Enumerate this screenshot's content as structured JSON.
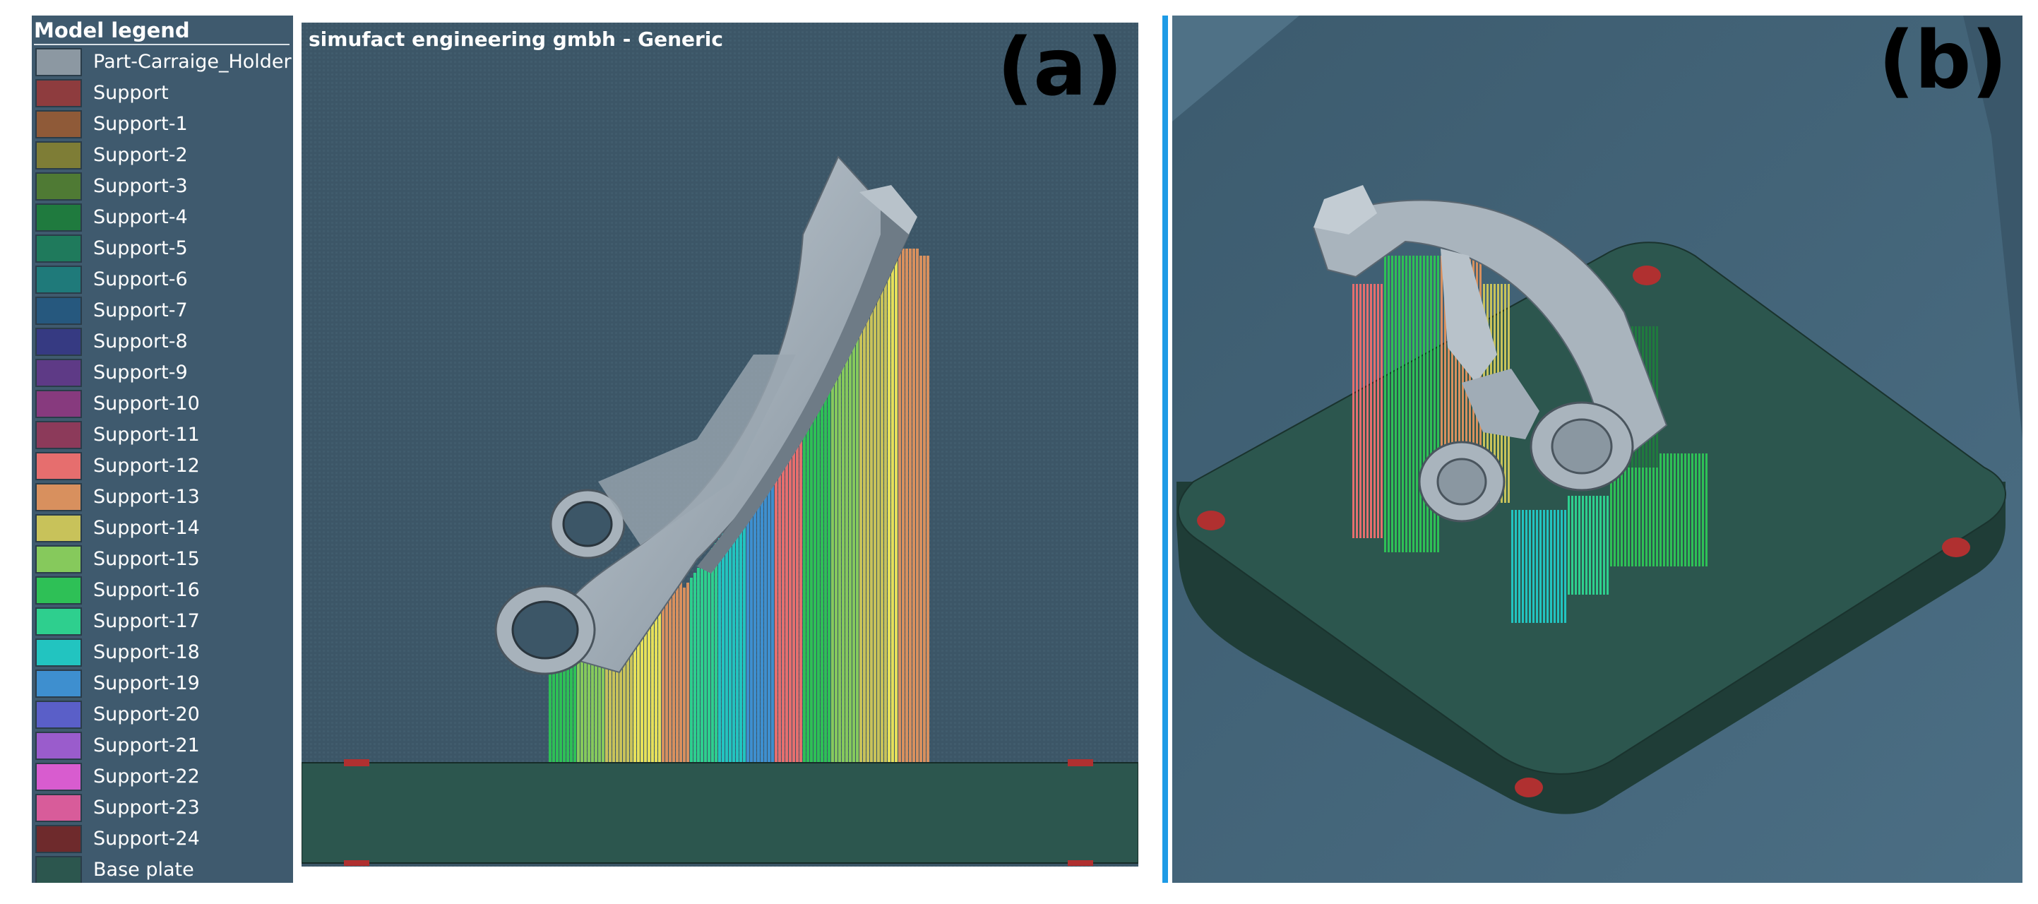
{
  "legend": {
    "title": "Model legend",
    "items": [
      {
        "label": "Part-Carraige_Holder",
        "color": "#8c98a2"
      },
      {
        "label": "Support",
        "color": "#8e3c3e"
      },
      {
        "label": "Support-1",
        "color": "#8f5a38"
      },
      {
        "label": "Support-2",
        "color": "#7e7d36"
      },
      {
        "label": "Support-3",
        "color": "#4f7a34"
      },
      {
        "label": "Support-4",
        "color": "#1f7a3e"
      },
      {
        "label": "Support-5",
        "color": "#1f7a5c"
      },
      {
        "label": "Support-6",
        "color": "#1f7a7a"
      },
      {
        "label": "Support-7",
        "color": "#26587e"
      },
      {
        "label": "Support-8",
        "color": "#363a82"
      },
      {
        "label": "Support-9",
        "color": "#5e3a86"
      },
      {
        "label": "Support-10",
        "color": "#873a7e"
      },
      {
        "label": "Support-11",
        "color": "#8c3a5a"
      },
      {
        "label": "Support-12",
        "color": "#e66e6e"
      },
      {
        "label": "Support-13",
        "color": "#d8905e"
      },
      {
        "label": "Support-14",
        "color": "#c8c25a"
      },
      {
        "label": "Support-15",
        "color": "#86c95c"
      },
      {
        "label": "Support-16",
        "color": "#2ec056"
      },
      {
        "label": "Support-17",
        "color": "#2ecf8e"
      },
      {
        "label": "Support-18",
        "color": "#22c4c0"
      },
      {
        "label": "Support-19",
        "color": "#3e8fcf"
      },
      {
        "label": "Support-20",
        "color": "#5a5fc8"
      },
      {
        "label": "Support-21",
        "color": "#9a5ccc"
      },
      {
        "label": "Support-22",
        "color": "#d85ccf"
      },
      {
        "label": "Support-23",
        "color": "#d85c9a"
      },
      {
        "label": "Support-24",
        "color": "#6e2a2c"
      },
      {
        "label": "Base plate",
        "color": "#2c564e"
      }
    ]
  },
  "view_a": {
    "title": "simufact engineering gmbh - Generic",
    "letter": "(a)",
    "background": "#3c5667"
  },
  "view_b": {
    "letter": "(b)",
    "background": "#44667b"
  },
  "colors": {
    "part": "#8c98a2",
    "base_plate": "#2c564e",
    "divider": "#1e9be6",
    "pin": "#b03030"
  }
}
